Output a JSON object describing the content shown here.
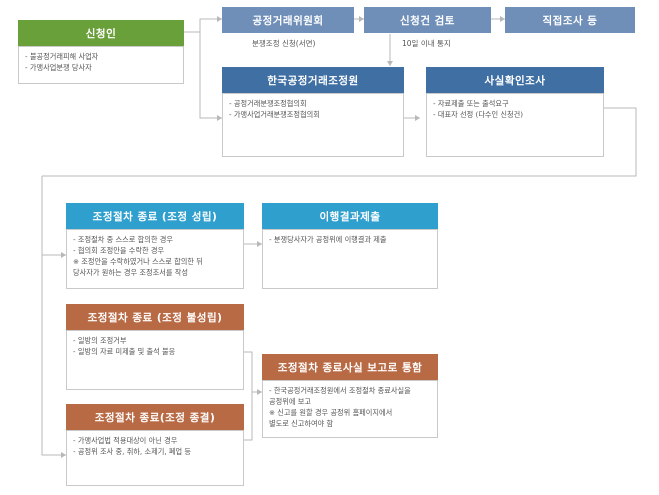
{
  "applicant": {
    "title": "신청인",
    "lines": [
      "- 불공정거래피해 사업자",
      "- 가맹사업분쟁 당사자"
    ]
  },
  "ftc": {
    "title": "공정거래위원회",
    "caption": "분쟁조정 신청(서면)"
  },
  "review": {
    "title": "신청건 검토",
    "caption": "10일 이내 통지"
  },
  "direct": {
    "title": "직접조사 등"
  },
  "kofair": {
    "title": "한국공정거래조정원",
    "lines": [
      "- 공정거래분쟁조정협의회",
      "- 가맹사업거래분쟁조정협의회"
    ]
  },
  "factcheck": {
    "title": "사실확인조사",
    "lines": [
      "- 자료제출 또는 출석요구",
      "- 대표자 선정 (다수인 신청건)"
    ]
  },
  "end_success": {
    "title": "조정절차 종료 (조정 성립)",
    "lines": [
      "- 조정절차 중 스스로 합의한 경우",
      "- 협의회 조정안을 수락한 경우",
      "  ※ 조정안을 수락하였거나 스스로 합의한 뒤",
      "당사자가 원하는 경우 조정조서를 작성"
    ]
  },
  "report_result": {
    "title": "이행결과제출",
    "lines": [
      "- 분쟁당사자가 공정위에 이행결과 제출"
    ]
  },
  "end_fail": {
    "title": "조정절차 종료 (조정 불성립)",
    "lines": [
      "- 일방의 조정거부",
      "- 일방의 자료 미제출 및 출석 불응"
    ]
  },
  "end_terminate": {
    "title": "조정절차 종료(조정 종결)",
    "lines": [
      "- 가맹사업법 적용대상이 아닌 경우",
      "- 공정위 조사 중, 취하, 소제기, 폐업 등"
    ]
  },
  "notice": {
    "title": "조정절차 종료사실 보고로 통함",
    "lines": [
      "- 한국공정거래조정원에서 조정절차 종료사실을",
      "공정위에 보고",
      "  ※ 신고를 원할 경우 공정위 홈페이지에서",
      "별도로 신고하여야 함"
    ]
  },
  "colors": {
    "green": "#6aa03a",
    "steel": "#6f8fb8",
    "navy": "#3f6fa3",
    "teal": "#2f9fce",
    "brown": "#b86a45"
  }
}
